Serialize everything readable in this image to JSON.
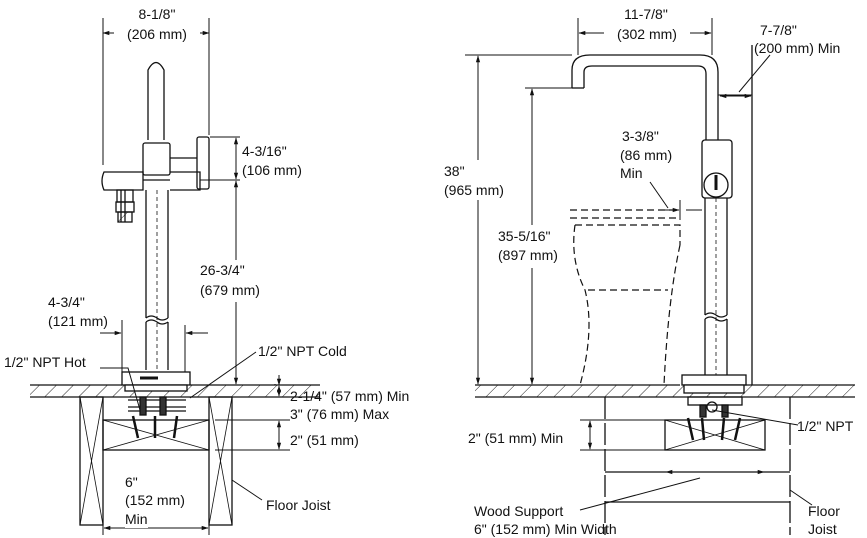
{
  "left_view": {
    "width_in": "8-1/8\"",
    "width_mm": "(206 mm)",
    "handle_in": "4-3/16\"",
    "handle_mm": "(106 mm)",
    "height_in": "26-3/4\"",
    "height_mm": "(679 mm)",
    "offset_in": "4-3/4\"",
    "offset_mm": "(121 mm)",
    "npt_hot": "1/2\" NPT Hot",
    "npt_cold": "1/2\" NPT Cold",
    "deck_min": "2-1/4\" (57 mm) Min",
    "deck_max": "3\" (76 mm) Max",
    "support": "2\" (51 mm)",
    "span_in": "6\"",
    "span_mm": "(152 mm)",
    "span_min": "Min",
    "floor_joist": "Floor Joist"
  },
  "right_view": {
    "width_in": "11-7/8\"",
    "width_mm": "(302 mm)",
    "clear_in": "7-7/8\"",
    "clear_mm": "(200 mm) Min",
    "gap_in": "3-3/8\"",
    "gap_mm": "(86 mm)",
    "gap_min": "Min",
    "total_in": "38\"",
    "total_mm": "(965 mm)",
    "spout_in": "35-5/16\"",
    "spout_mm": "(897 mm)",
    "support": "2\" (51 mm) Min",
    "npt": "1/2\" NPT",
    "wood_support": "Wood Support",
    "wood_support_width": "6\" (152 mm) Min Width",
    "floor": "Floor",
    "joist": "Joist"
  }
}
